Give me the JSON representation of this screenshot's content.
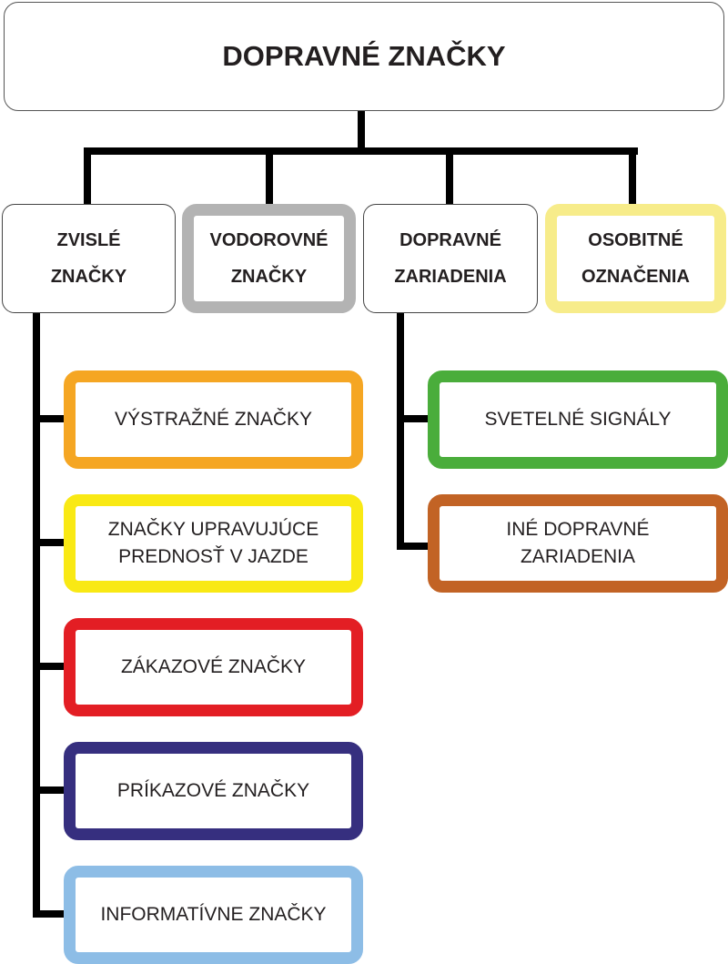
{
  "title": "DOPRAVNÉ ZNAČKY",
  "categories": [
    {
      "lines": [
        "ZVISLÉ",
        "ZNAČKY"
      ],
      "border_color": "#444444"
    },
    {
      "lines": [
        "VODOROVNÉ",
        "ZNAČKY"
      ],
      "border_color": "#b3b3b3"
    },
    {
      "lines": [
        "DOPRAVNÉ",
        "ZARIADENIA"
      ],
      "border_color": "#444444"
    },
    {
      "lines": [
        "OSOBITNÉ",
        "OZNAČENIA"
      ],
      "border_color": "#f7ec8a"
    }
  ],
  "vertical_signs": [
    {
      "lines": [
        "VÝSTRAŽNÉ ZNAČKY"
      ],
      "color": "#f5a623"
    },
    {
      "lines": [
        "ZNAČKY UPRAVUJÚCE",
        "PREDNOSŤ V JAZDE"
      ],
      "color": "#f9e914"
    },
    {
      "lines": [
        "ZÁKAZOVÉ ZNAČKY"
      ],
      "color": "#e31e24"
    },
    {
      "lines": [
        "PRÍKAZOVÉ ZNAČKY"
      ],
      "color": "#362f7f"
    },
    {
      "lines": [
        "INFORMATÍVNE ZNAČKY"
      ],
      "color": "#8dbde6"
    }
  ],
  "traffic_devices": [
    {
      "lines": [
        "SVETELNÉ SIGNÁLY"
      ],
      "color": "#4aad3b"
    },
    {
      "lines": [
        "INÉ DOPRAVNÉ",
        "ZARIADENIA"
      ],
      "color": "#c26325"
    }
  ]
}
